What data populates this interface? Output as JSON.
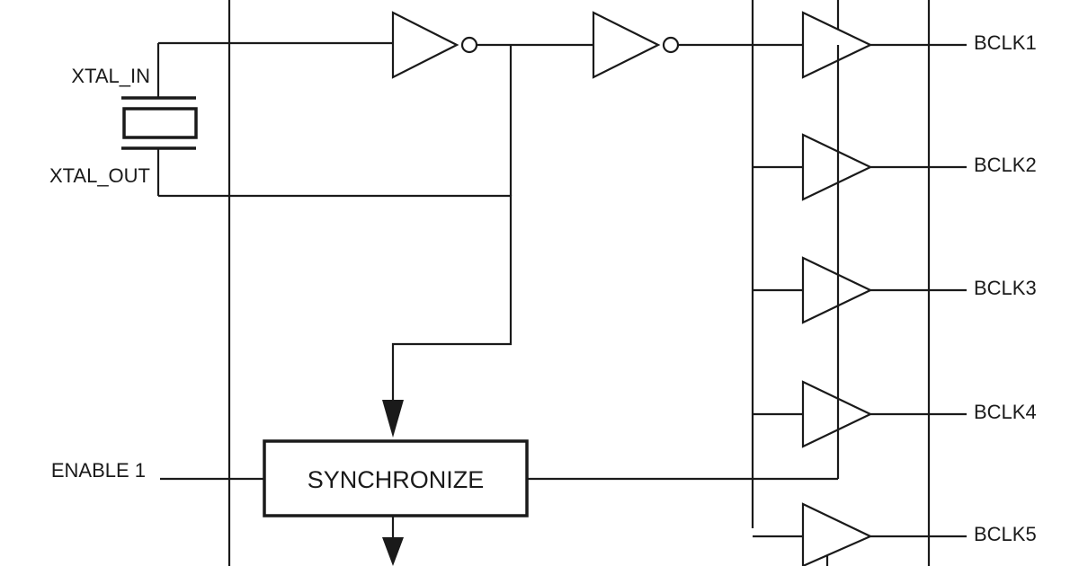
{
  "labels": {
    "xtal_in": "XTAL_IN",
    "xtal_out": "XTAL_OUT",
    "enable": "ENABLE 1",
    "synchronize": "SYNCHRONIZE",
    "outputs": [
      "BCLK1",
      "BCLK2",
      "BCLK3",
      "BCLK4",
      "BCLK5"
    ]
  },
  "colors": {
    "ink": "#1a1a1a",
    "background": "#ffffff"
  }
}
